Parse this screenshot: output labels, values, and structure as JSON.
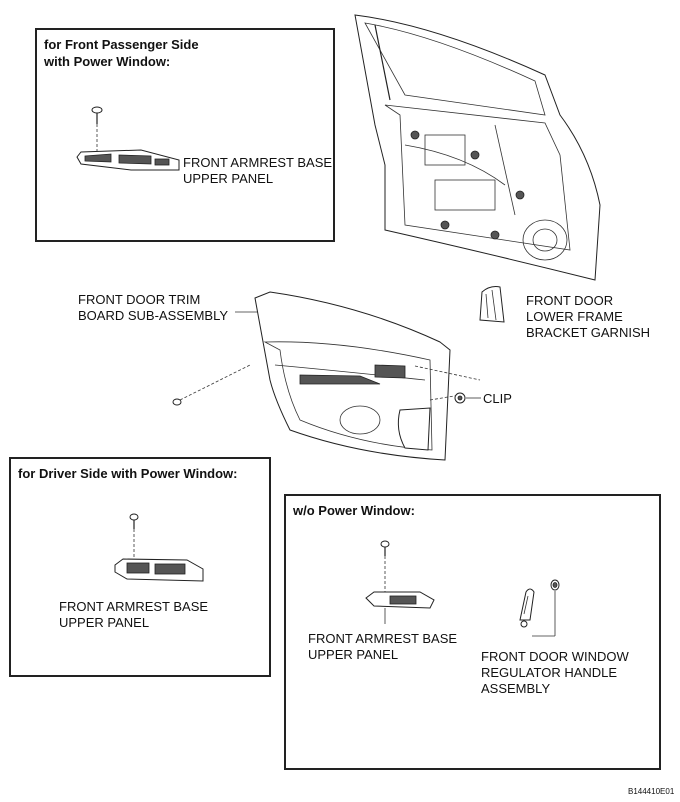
{
  "passenger_box": {
    "title": "for Front Passenger Side\nwith Power Window:",
    "part_label": "FRONT ARMREST BASE\nUPPER PANEL"
  },
  "trim_board_label": "FRONT DOOR TRIM\nBOARD SUB-ASSEMBLY",
  "garnish_label": "FRONT DOOR\nLOWER FRAME\nBRACKET GARNISH",
  "clip_label": "CLIP",
  "driver_box": {
    "title": "for Driver Side with Power Window:",
    "part_label": "FRONT ARMREST BASE\nUPPER PANEL"
  },
  "no_power_box": {
    "title": "w/o Power Window:",
    "armrest_label": "FRONT ARMREST BASE\nUPPER PANEL",
    "handle_label": "FRONT DOOR WINDOW\nREGULATOR HANDLE\nASSEMBLY"
  },
  "figure_code": "B144410E01"
}
